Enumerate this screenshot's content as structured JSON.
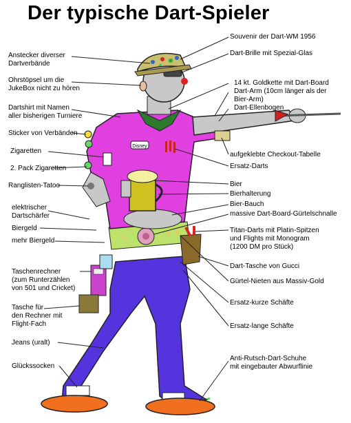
{
  "title": "Der typische Dart-Spieler",
  "left_labels": [
    [
      "Anstecker diverser",
      "Dartverbände"
    ],
    [
      "Ohrstöpsel um die",
      "JukeBox nicht zu hören"
    ],
    [
      "Dartshirt mit Namen",
      "aller bisherigen Turniere"
    ],
    [
      "Sticker von Verbänden"
    ],
    [
      "Zigaretten"
    ],
    [
      "2. Pack Zigaretten"
    ],
    [
      "Ranglisten-Tatoo"
    ],
    [
      "elektrischer",
      "Dartschärfer"
    ],
    [
      "Biergeld"
    ],
    [
      "mehr Biergeld"
    ],
    [
      "Taschenrechner",
      "(zum Runterzählen",
      "von 501 und Cricket)"
    ],
    [
      "Tasche für",
      "den Rechner mit",
      "Flight-Fach"
    ],
    [
      "Jeans (uralt)"
    ],
    [
      "Glückssocken"
    ]
  ],
  "right_labels": [
    [
      "Souvenir der Dart-WM 1956"
    ],
    [
      "Dart-Brille mit Spezial-Glas"
    ],
    [
      "14 kt. Goldkette mit Dart-Board",
      "Dart-Arm (10cm länger als der",
      "Bier-Arm)",
      "Dart-Ellenbogen"
    ],
    [
      "aufgeklebte Checkout-Tabelle"
    ],
    [
      "Ersatz-Darts"
    ],
    [
      "Bier"
    ],
    [
      "Bierhalterung"
    ],
    [
      "Bier-Bauch"
    ],
    [
      "massive Dart-Board-Gürtelschnalle"
    ],
    [
      "Titan-Darts mit Platin-Spitzen",
      "und Flights mit Monogram",
      "(1200 DM pro Stück)"
    ],
    [
      "Dart-Tasche von Gucci"
    ],
    [
      "Gürtel-Nieten aus Massiv-Gold"
    ],
    [
      "Ersatz-kurze Schäfte"
    ],
    [
      "Ersatz-lange Schäfte"
    ],
    [
      "Anti-Rutsch-Dart-Schuhe",
      "mit eingebauter Abwurflinie"
    ]
  ],
  "shirt_badge": "Disney",
  "colors": {
    "shirt": "#e040e0",
    "jeans": "#5533dd",
    "shoes": "#f07020",
    "cap": "#c8c070",
    "beer": "#d0c020",
    "skin": "#c8c8c8"
  }
}
